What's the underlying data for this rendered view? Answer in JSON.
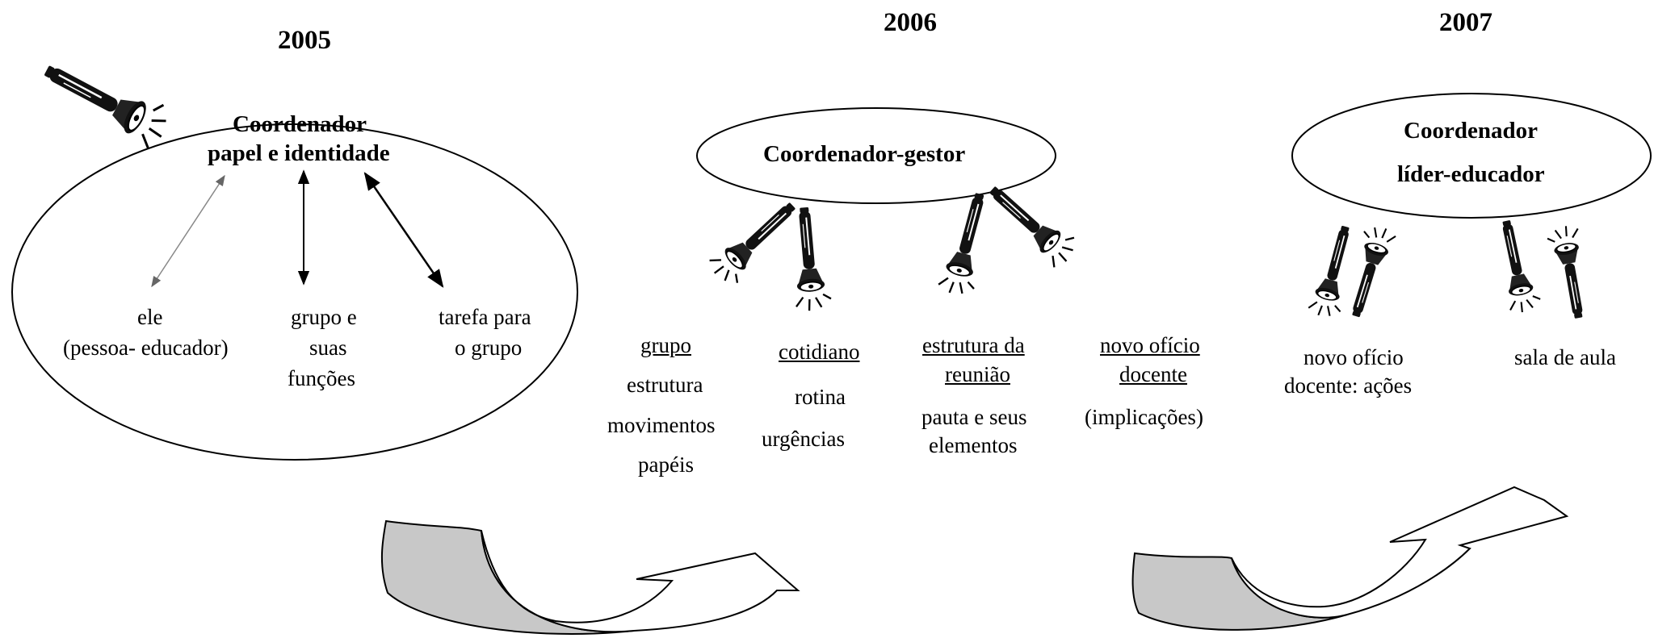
{
  "panels": [
    {
      "year": "2005",
      "title_line1": "Coordenador",
      "title_line2": "papel e identidade",
      "items": [
        {
          "line1": "ele",
          "line2": "(pessoa- educador)"
        },
        {
          "line1": "grupo e",
          "line2": "suas",
          "line3": "funções"
        },
        {
          "line1": "tarefa para",
          "line2": "o grupo"
        }
      ]
    },
    {
      "year": "2006",
      "title": "Coordenador-gestor",
      "items": [
        {
          "heading": "grupo",
          "lines": [
            "estrutura",
            "movimentos",
            "papéis"
          ]
        },
        {
          "heading": "cotidiano",
          "lines": [
            "rotina",
            "urgências"
          ]
        },
        {
          "heading_line1": "estrutura da",
          "heading_line2": "reunião",
          "lines": [
            "pauta e seus",
            "elementos"
          ]
        },
        {
          "heading_line1": "novo ofício",
          "heading_line2": "docente",
          "lines": [
            "(implicações)"
          ]
        }
      ]
    },
    {
      "year": "2007",
      "title_line1": "Coordenador",
      "title_line2": "líder-educador",
      "items": [
        {
          "line1": "novo ofício",
          "line2": "docente: ações"
        },
        {
          "line1": "sala de aula"
        }
      ]
    }
  ]
}
